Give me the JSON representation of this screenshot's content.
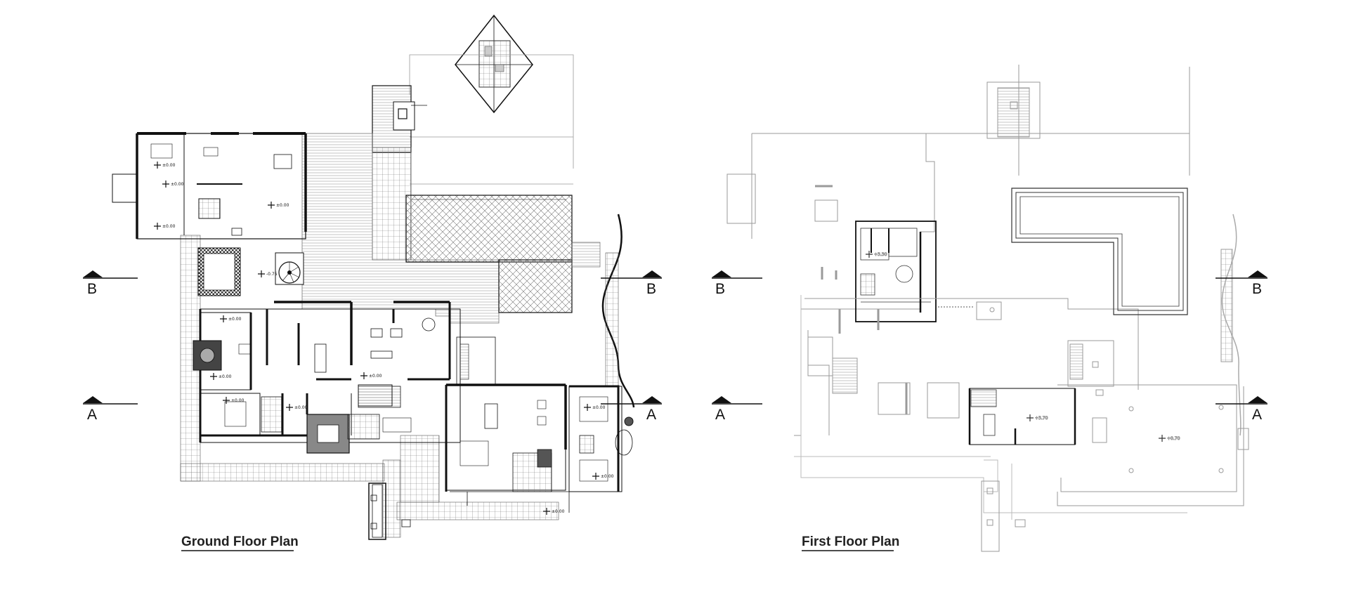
{
  "plans": {
    "ground": {
      "title": "Ground Floor Plan",
      "section_markers": {
        "b_left": "B",
        "b_right": "B",
        "a_left": "A",
        "a_right": "A"
      },
      "elevations": [
        "±0.00",
        "±0.00",
        "±0.00",
        "±0.00",
        "±0.00",
        "-0.75",
        "±0.00",
        "±0.00",
        "±0.00",
        "±0.00",
        "±0.00",
        "±0.00",
        "±0.00"
      ]
    },
    "first": {
      "title": "First Floor Plan",
      "section_markers": {
        "b_left": "B",
        "b_right": "B",
        "a_left": "A",
        "a_right": "A"
      },
      "elevations": [
        "+3.30",
        "+3.70",
        "+0.70"
      ]
    }
  },
  "colors": {
    "wall": "#111111",
    "light_line": "#9a9a9a",
    "hatch": "#6a6a6a",
    "background": "#ffffff"
  }
}
